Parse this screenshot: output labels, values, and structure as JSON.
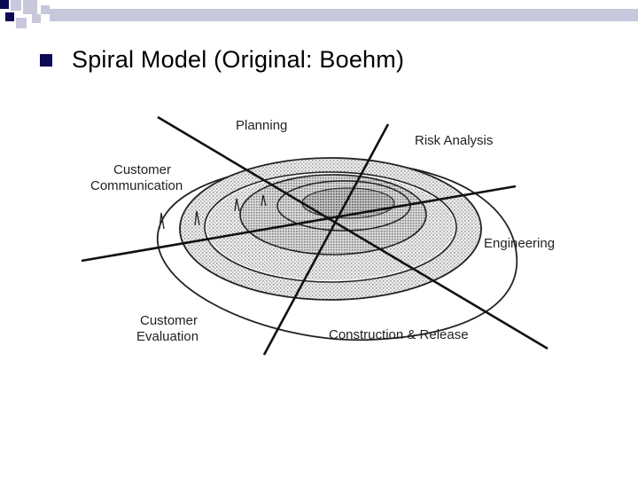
{
  "slide": {
    "title": "Spiral Model (Original: Boehm)"
  },
  "diagram": {
    "labels": {
      "planning": "Planning",
      "risk_analysis": "Risk Analysis",
      "customer_communication_1": "Customer",
      "customer_communication_2": "Communication",
      "engineering": "Engineering",
      "customer_evaluation_1": "Customer",
      "customer_evaluation_2": "Evaluation",
      "construction_release": "Construction & Release"
    }
  },
  "colors": {
    "bullet": "#0a0a55",
    "deco_dark": "#0a0a55",
    "deco_light": "#c8c8dc"
  }
}
